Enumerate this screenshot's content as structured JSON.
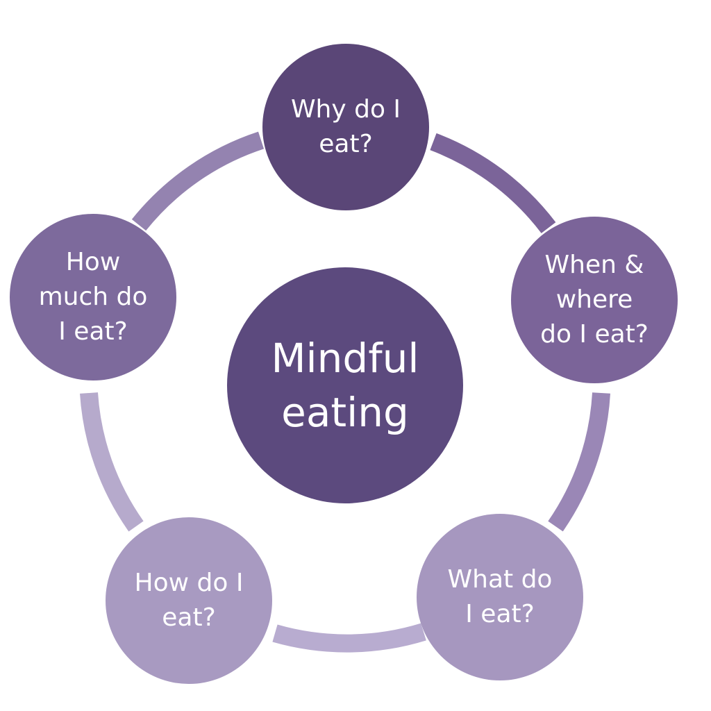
{
  "center": {
    "label": "Mindful\neating"
  },
  "nodes": {
    "why": {
      "label": "Why do I\neat?"
    },
    "when_where": {
      "label": "When &\nwhere\ndo I eat?"
    },
    "what": {
      "label": "What do\nI eat?"
    },
    "how": {
      "label": "How do I\neat?"
    },
    "how_much": {
      "label": "How\nmuch do\nI eat?"
    }
  },
  "colors": {
    "center": "#5c4a7e",
    "why": "#5a4677",
    "when_where": "#7b6499",
    "what": "#a697bf",
    "how": "#a89ac1",
    "how_much": "#7d6a9c",
    "connector_top_right": "#7b6499",
    "connector_right": "#9a87b6",
    "connector_bottom": "#b8acd0",
    "connector_left": "#b6aacc",
    "connector_top_left": "#9483b0"
  }
}
